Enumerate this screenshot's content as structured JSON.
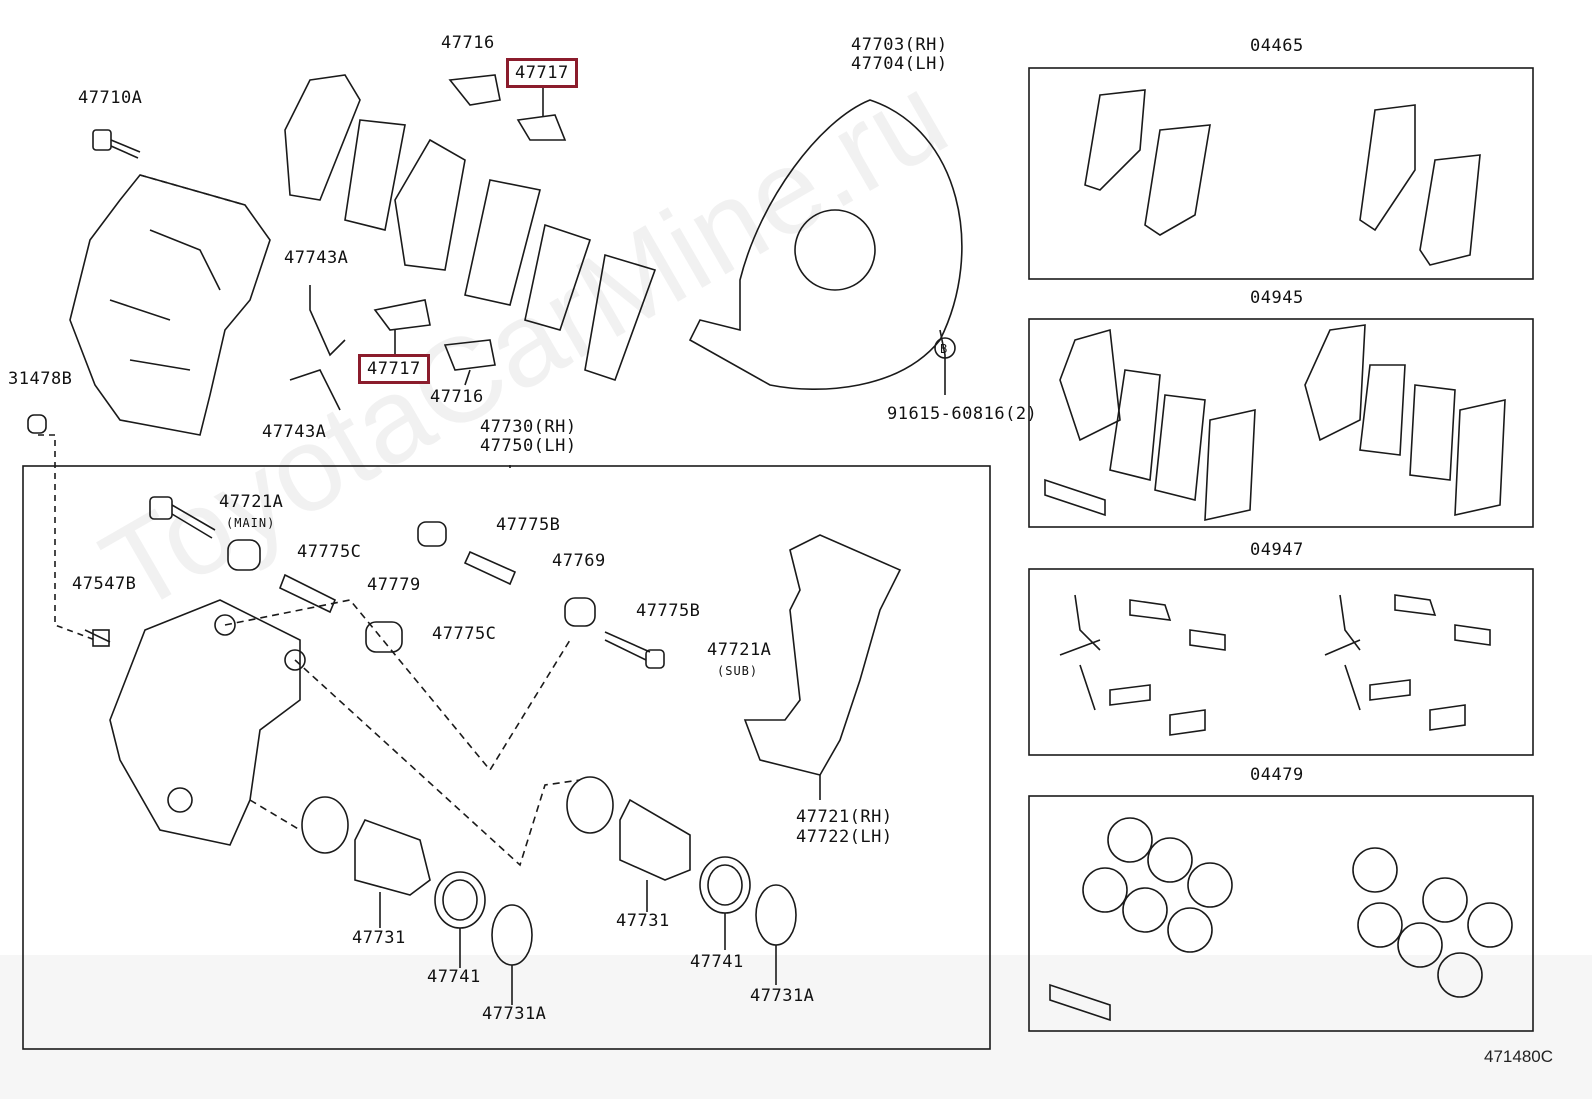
{
  "diagram_code": "471480C",
  "watermark": "ToyotaCarMine.ru",
  "labels": {
    "l47716_top": "47716",
    "l47717_top": "47717",
    "l47710A": "47710A",
    "l47703": "47703(RH)",
    "l47704": "47704(LH)",
    "l04465": "04465",
    "l47743A_top": "47743A",
    "l47717_mid": "47717",
    "l47716_mid": "47716",
    "l47743A_bot": "47743A",
    "l31478B": "31478B",
    "lB": "B",
    "l91615": "91615-60816(2)",
    "l04945": "04945",
    "l47730": "47730(RH)",
    "l47750": "47750(LH)",
    "l47721A_main": "47721A",
    "main_note": "(MAIN)",
    "l47775C_1": "47775C",
    "l47779": "47779",
    "l47775C_2": "47775C",
    "l47775B_1": "47775B",
    "l47769": "47769",
    "l47775B_2": "47775B",
    "l47721A_sub": "47721A",
    "sub_note": "(SUB)",
    "l47547B": "47547B",
    "l04947": "04947",
    "l04479": "04479",
    "l47721": "47721(RH)",
    "l47722": "47722(LH)",
    "l47731_1": "47731",
    "l47741_1": "47741",
    "l47731A_1": "47731A",
    "l47731_2": "47731",
    "l47741_2": "47741",
    "l47731A_2": "47731A"
  }
}
